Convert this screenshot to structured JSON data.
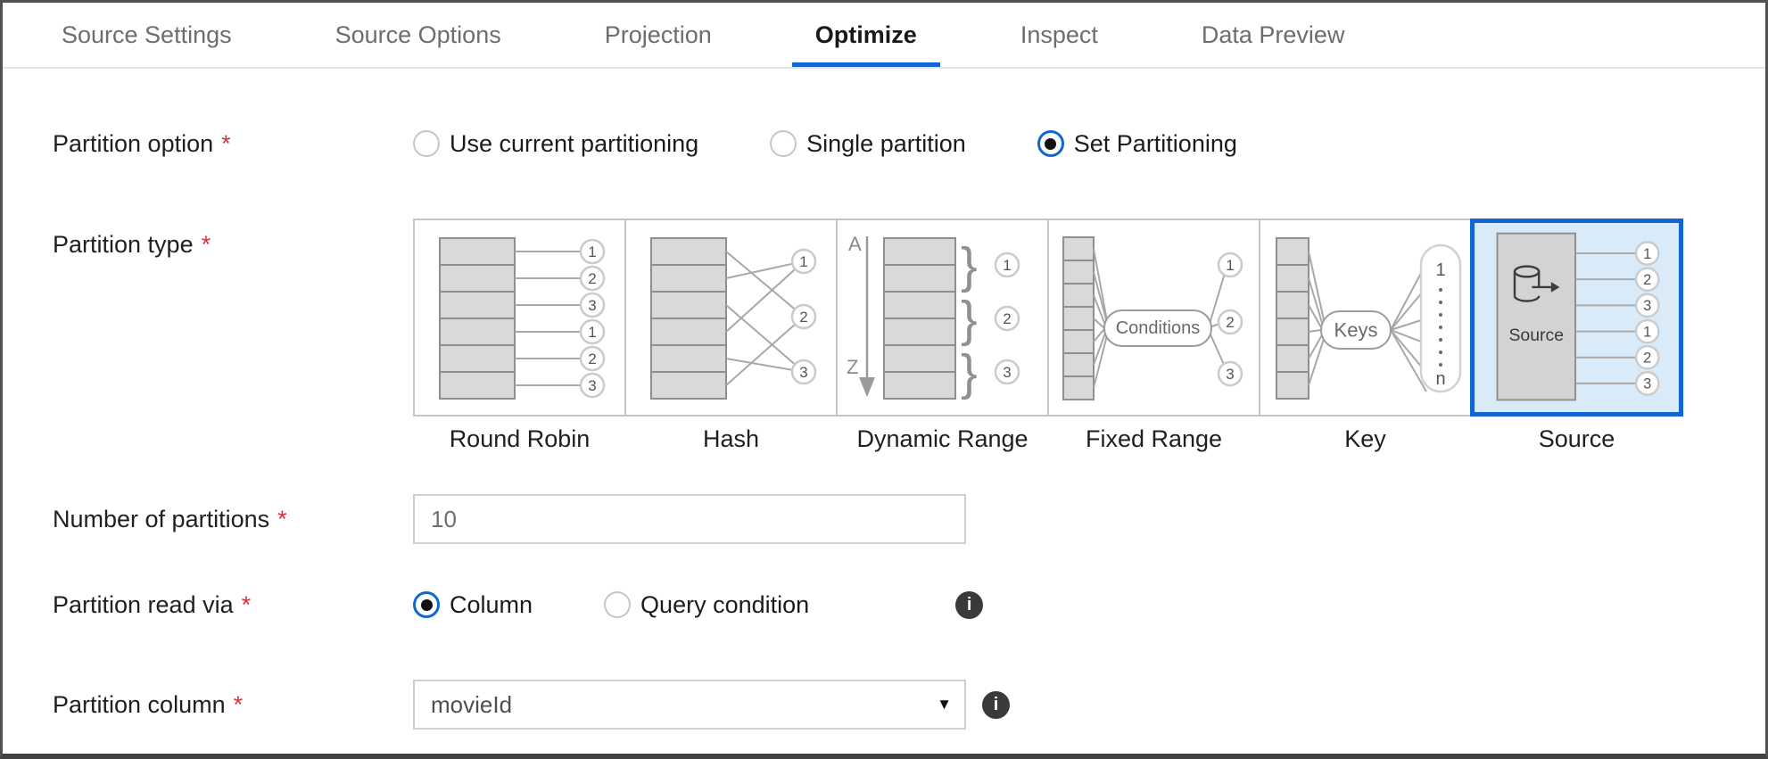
{
  "colors": {
    "accent": "#1166d2",
    "tile-bg": "#d9eaf8",
    "required": "#d13438",
    "info": "#3a3a3a"
  },
  "required_marker": "*",
  "icons": {
    "info": "i",
    "dropdown_caret": "▼"
  },
  "tabs": {
    "items": [
      {
        "label": "Source Settings",
        "active": false
      },
      {
        "label": "Source Options",
        "active": false
      },
      {
        "label": "Projection",
        "active": false
      },
      {
        "label": "Optimize",
        "active": true
      },
      {
        "label": "Inspect",
        "active": false
      },
      {
        "label": "Data Preview",
        "active": false
      }
    ]
  },
  "form": {
    "partition_option": {
      "label": "Partition option",
      "options": [
        {
          "label": "Use current partitioning",
          "selected": false
        },
        {
          "label": "Single partition",
          "selected": false
        },
        {
          "label": "Set Partitioning",
          "selected": true
        }
      ]
    },
    "partition_type": {
      "label": "Partition type",
      "selected_value": "Source",
      "tiles": [
        {
          "caption": "Round Robin",
          "selected": false,
          "outputs": [
            "1",
            "2",
            "3",
            "1",
            "2",
            "3"
          ]
        },
        {
          "caption": "Hash",
          "selected": false,
          "outputs": [
            "1",
            "2",
            "3"
          ]
        },
        {
          "caption": "Dynamic Range",
          "selected": false,
          "top": "A",
          "bottom": "Z",
          "outputs": [
            "1",
            "2",
            "3"
          ]
        },
        {
          "caption": "Fixed Range",
          "selected": false,
          "pill": "Conditions",
          "outputs": [
            "1",
            "2",
            "3"
          ]
        },
        {
          "caption": "Key",
          "selected": false,
          "pill": "Keys",
          "range_top": "1",
          "range_bottom": "n"
        },
        {
          "caption": "Source",
          "selected": true,
          "box_label": "Source",
          "outputs": [
            "1",
            "2",
            "3",
            "1",
            "2",
            "3"
          ]
        }
      ]
    },
    "number_of_partitions": {
      "label": "Number of partitions",
      "value": "10"
    },
    "partition_read_via": {
      "label": "Partition read via",
      "options": [
        {
          "label": "Column",
          "selected": true
        },
        {
          "label": "Query condition",
          "selected": false
        }
      ]
    },
    "partition_column": {
      "label": "Partition column",
      "value": "movieId"
    }
  }
}
